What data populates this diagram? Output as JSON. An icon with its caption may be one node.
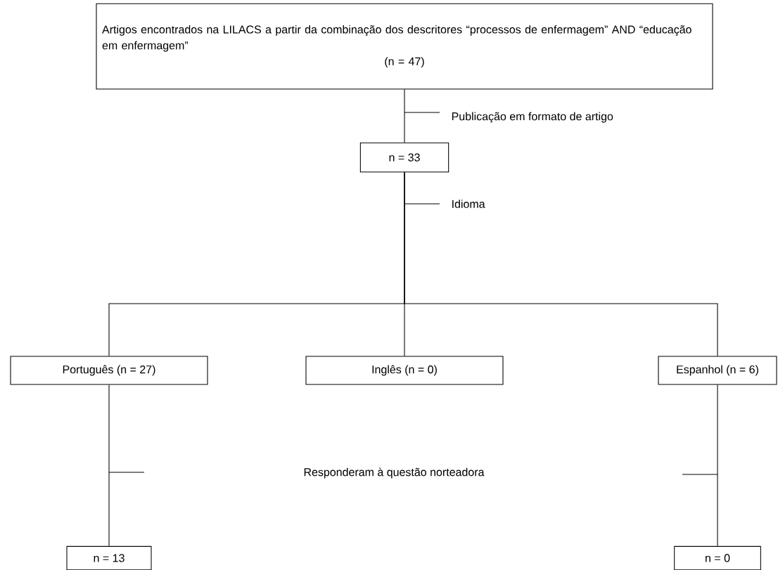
{
  "diagram": {
    "nodes": [
      {
        "text": [
          "Artigos encontrados na LILACS a partir da combinação dos descritores “processos de enfermagem” AND “educação em enfermagem”",
          "(n = 47)"
        ]
      },
      {
        "text": [
          "n = 33"
        ]
      },
      {
        "text": [
          "Português (n = 27)"
        ]
      },
      {
        "text": [
          "Inglês (n = 0)"
        ]
      },
      {
        "text": [
          "Espanhol (n = 6)"
        ]
      },
      {
        "text": [
          "n = 13"
        ]
      },
      {
        "text": [
          "n = 0"
        ]
      }
    ],
    "edges": [
      {
        "from": 0,
        "to": 1,
        "arrow": "none"
      },
      {
        "from": 1,
        "to": 2,
        "arrow": "none"
      },
      {
        "from": 1,
        "to": 3,
        "arrow": "none"
      },
      {
        "from": 1,
        "to": 4,
        "arrow": "none"
      },
      {
        "from": 2,
        "to": 5,
        "arrow": "none"
      },
      {
        "from": 4,
        "to": 6,
        "arrow": "none"
      }
    ],
    "labels": [
      "Publicação em formato de artigo",
      "Idioma",
      "Responderam à questão norteadora"
    ]
  }
}
